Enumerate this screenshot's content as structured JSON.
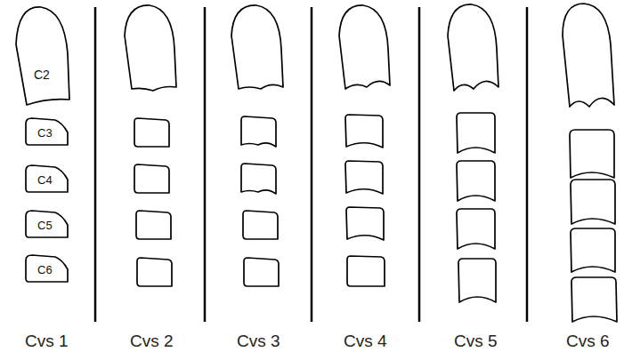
{
  "diagram": {
    "nodes": [
      {
        "text": [
          "C2"
        ]
      },
      {
        "text": [
          "C3"
        ]
      },
      {
        "text": [
          "C4"
        ]
      },
      {
        "text": [
          "C5"
        ]
      },
      {
        "text": [
          "C6"
        ]
      }
    ],
    "labels": [
      "Cvs 1",
      "Cvs 2",
      "Cvs 3",
      "Cvs 4",
      "Cvs 5",
      "Cvs 6"
    ]
  }
}
